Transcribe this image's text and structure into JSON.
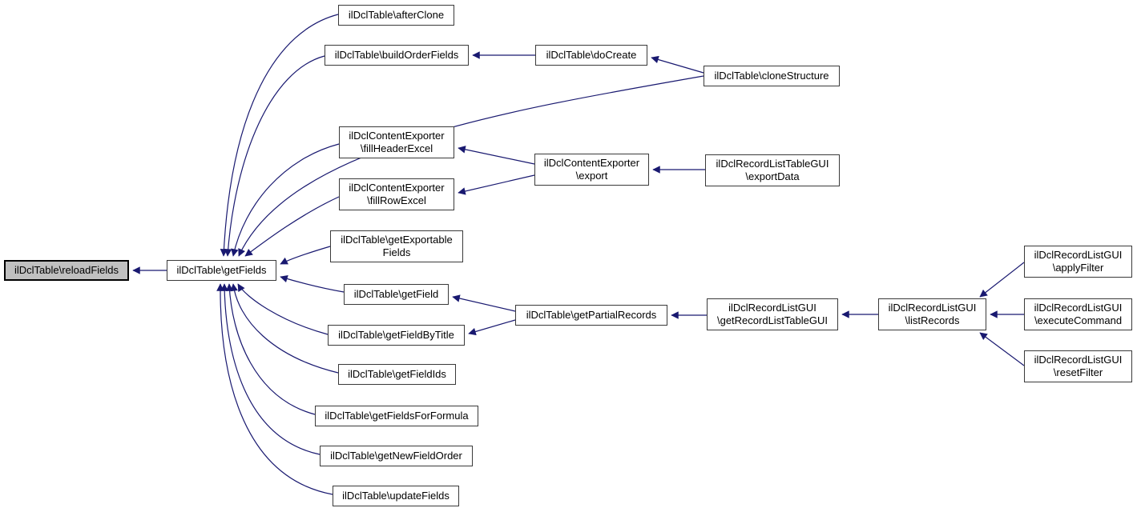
{
  "diagram": {
    "kind": "caller-graph",
    "background_color": "#ffffff",
    "edge_color": "#191970",
    "node_border_color": "#3a3a3a",
    "highlight_fill": "#c0c0c0",
    "highlighted_node": "reloadFields"
  },
  "nodes": {
    "reloadFields": {
      "line1": "ilDclTable\\reloadFields"
    },
    "getFields": {
      "line1": "ilDclTable\\getFields"
    },
    "afterClone": {
      "line1": "ilDclTable\\afterClone"
    },
    "buildOrderFields": {
      "line1": "ilDclTable\\buildOrderFields"
    },
    "doCreate": {
      "line1": "ilDclTable\\doCreate"
    },
    "cloneStructure": {
      "line1": "ilDclTable\\cloneStructure"
    },
    "fillHeaderExcel": {
      "line1": "ilDclContentExporter",
      "line2": "\\fillHeaderExcel"
    },
    "fillRowExcel": {
      "line1": "ilDclContentExporter",
      "line2": "\\fillRowExcel"
    },
    "export": {
      "line1": "ilDclContentExporter",
      "line2": "\\export"
    },
    "exportData": {
      "line1": "ilDclRecordListTableGUI",
      "line2": "\\exportData"
    },
    "getExportableFields": {
      "line1": "ilDclTable\\getExportable",
      "line2": "Fields"
    },
    "getField": {
      "line1": "ilDclTable\\getField"
    },
    "getFieldByTitle": {
      "line1": "ilDclTable\\getFieldByTitle"
    },
    "getFieldIds": {
      "line1": "ilDclTable\\getFieldIds"
    },
    "getFieldsForFormula": {
      "line1": "ilDclTable\\getFieldsForFormula"
    },
    "getNewFieldOrder": {
      "line1": "ilDclTable\\getNewFieldOrder"
    },
    "updateFields": {
      "line1": "ilDclTable\\updateFields"
    },
    "getPartialRecords": {
      "line1": "ilDclTable\\getPartialRecords"
    },
    "getRecordListTableGUI": {
      "line1": "ilDclRecordListGUI",
      "line2": "\\getRecordListTableGUI"
    },
    "listRecords": {
      "line1": "ilDclRecordListGUI",
      "line2": "\\listRecords"
    },
    "applyFilter": {
      "line1": "ilDclRecordListGUI",
      "line2": "\\applyFilter"
    },
    "executeCommand": {
      "line1": "ilDclRecordListGUI",
      "line2": "\\executeCommand"
    },
    "resetFilter": {
      "line1": "ilDclRecordListGUI",
      "line2": "\\resetFilter"
    }
  },
  "edges": [
    {
      "from": "getFields",
      "to": "reloadFields"
    },
    {
      "from": "afterClone",
      "to": "getFields"
    },
    {
      "from": "buildOrderFields",
      "to": "getFields"
    },
    {
      "from": "fillHeaderExcel",
      "to": "getFields"
    },
    {
      "from": "fillRowExcel",
      "to": "getFields"
    },
    {
      "from": "cloneStructure",
      "to": "getFields"
    },
    {
      "from": "getExportableFields",
      "to": "getFields"
    },
    {
      "from": "getField",
      "to": "getFields"
    },
    {
      "from": "getFieldByTitle",
      "to": "getFields"
    },
    {
      "from": "getFieldIds",
      "to": "getFields"
    },
    {
      "from": "getFieldsForFormula",
      "to": "getFields"
    },
    {
      "from": "getNewFieldOrder",
      "to": "getFields"
    },
    {
      "from": "updateFields",
      "to": "getFields"
    },
    {
      "from": "doCreate",
      "to": "buildOrderFields"
    },
    {
      "from": "cloneStructure",
      "to": "doCreate"
    },
    {
      "from": "export",
      "to": "fillHeaderExcel"
    },
    {
      "from": "export",
      "to": "fillRowExcel"
    },
    {
      "from": "exportData",
      "to": "export"
    },
    {
      "from": "getPartialRecords",
      "to": "getField"
    },
    {
      "from": "getPartialRecords",
      "to": "getFieldByTitle"
    },
    {
      "from": "getRecordListTableGUI",
      "to": "getPartialRecords"
    },
    {
      "from": "listRecords",
      "to": "getRecordListTableGUI"
    },
    {
      "from": "applyFilter",
      "to": "listRecords"
    },
    {
      "from": "executeCommand",
      "to": "listRecords"
    },
    {
      "from": "resetFilter",
      "to": "listRecords"
    }
  ]
}
